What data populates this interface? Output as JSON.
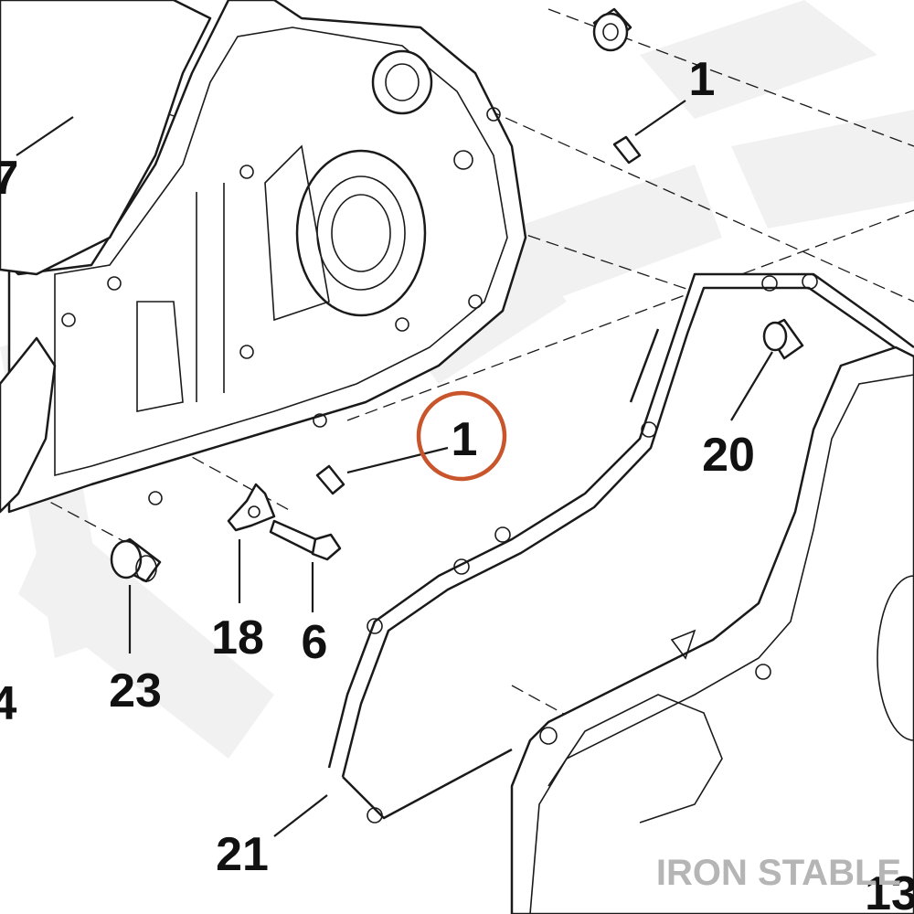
{
  "callouts": [
    {
      "id": "1-top",
      "label": "1"
    },
    {
      "id": "1-highlight",
      "label": "1"
    },
    {
      "id": "7",
      "label": "7"
    },
    {
      "id": "20",
      "label": "20"
    },
    {
      "id": "18",
      "label": "18"
    },
    {
      "id": "6",
      "label": "6"
    },
    {
      "id": "23",
      "label": "23"
    },
    {
      "id": "21",
      "label": "21"
    },
    {
      "id": "4",
      "label": "4"
    },
    {
      "id": "13",
      "label": "13"
    }
  ],
  "watermark": {
    "text": "IRON STABLE"
  },
  "colors": {
    "highlight": "#c8552b",
    "line": "#1a1a1a",
    "watermark": "#b5b5b5",
    "bg_watermark": "#f1f1f1"
  }
}
